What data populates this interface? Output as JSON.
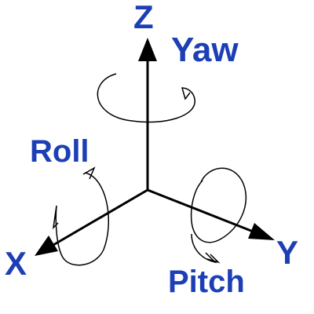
{
  "axes": {
    "z_label": "Z",
    "y_label": "Y",
    "x_label": "X"
  },
  "rotations": {
    "yaw_label": "Yaw",
    "roll_label": "Roll",
    "pitch_label": "Pitch"
  },
  "colors": {
    "label": "#1c3fb5",
    "line": "#000000",
    "background": "#ffffff"
  }
}
